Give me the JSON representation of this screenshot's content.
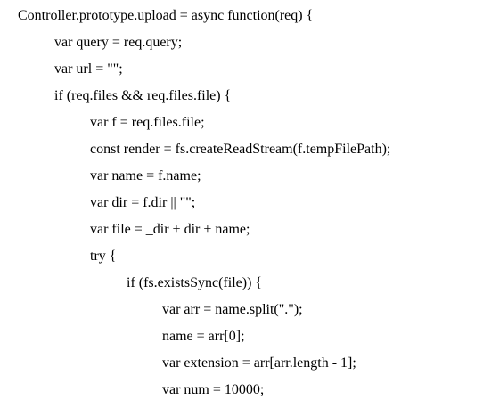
{
  "document": {
    "lines": [
      "Controller.prototype.upload = async function(req) {",
      "var query = req.query;",
      "var url = \"\";",
      "if (req.files && req.files.file) {",
      "var f = req.files.file;",
      "const render = fs.createReadStream(f.tempFilePath);",
      "var name = f.name;",
      "var dir = f.dir || \"\";",
      "var file = _dir + dir + name;",
      "try {",
      "if (fs.existsSync(file)) {",
      "var arr = name.split(\".\");",
      "name = arr[0];",
      "var extension = arr[arr.length - 1];",
      "var num = 10000;"
    ]
  }
}
